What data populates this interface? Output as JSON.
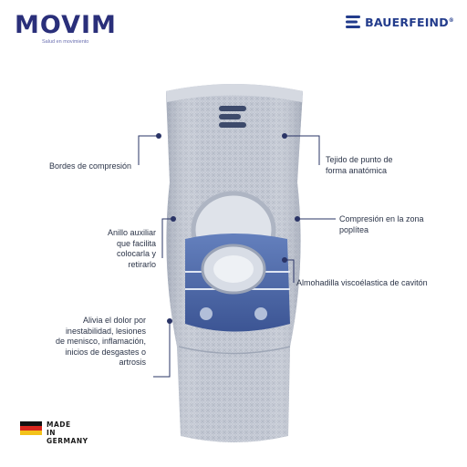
{
  "brand": {
    "movim_word": "MOVIM",
    "movim_tagline": "Salud en movimiento",
    "bauerfeind_word": "BAUERFEIND",
    "bauerfeind_mark": "®"
  },
  "labels": {
    "compression_edges": "Bordes de compresión",
    "knit_fabric_1": "Tejido de punto de",
    "knit_fabric_2": "forma anatómica",
    "aux_ring_1": "Anillo auxiliar",
    "aux_ring_2": "que facilita",
    "aux_ring_3": "colocarla y",
    "aux_ring_4": "retirarlo",
    "popliteal_1": "Compresión en la zona",
    "popliteal_2": "poplítea",
    "pad": "Almohadilla viscoélastica de cavitón",
    "relief_1": "Alivia el dolor por",
    "relief_2": "inestabilidad, lesiones",
    "relief_3": "de menisco, inflamación,",
    "relief_4": "inicios de desgastes o",
    "relief_5": "artrosis"
  },
  "made_in": {
    "line1": "MADE",
    "line2": "IN",
    "line3": "GERMANY"
  },
  "colors": {
    "navy": "#2a2f7a",
    "bauerfeind_blue": "#233c8c",
    "brace_grey": "#b8bfcc",
    "brace_pad_blue": "#4a67a8",
    "callout_line": "#2a3466"
  },
  "icons": {
    "made_in_flag": "germany-flag-icon",
    "brace_logo": "bauerfeind-b-icon"
  }
}
